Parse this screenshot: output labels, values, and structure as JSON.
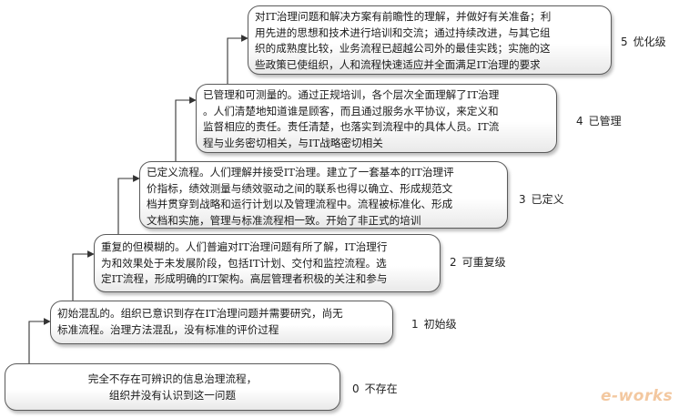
{
  "levels": [
    {
      "number": "0",
      "name": "不存在",
      "lines": [
        "完全不存在可辨识的信息治理流程，",
        "组织并没有认识到这一问题"
      ]
    },
    {
      "number": "1",
      "name": "初始级",
      "lines": [
        "初始混乱的。组织已意识到存在IT治理问题并需要研究，尚无",
        "标准流程。治理方法混乱，没有标准的评价过程"
      ]
    },
    {
      "number": "2",
      "name": "可重复级",
      "lines": [
        "重复的但模糊的。人们普遍对IT治理问题有所了解，IT治理行",
        "为和效果处于未发展阶段，包括IT计划、交付和监控流程。选",
        "定IT流程，形成明确的IT架构。高层管理者积极的关注和参与"
      ]
    },
    {
      "number": "3",
      "name": "已定义",
      "lines": [
        "已定义流程。人们理解并接受IT治理。建立了一套基本的IT治理评",
        "价指标，绩效测量与绩效驱动之间的联系也得以确立、形成规范文",
        "档并贯穿到战略和运行计划以及管理流程中。流程被标准化、形成",
        "文档和实施，管理与标准流程相一致。开始了非正式的培训"
      ]
    },
    {
      "number": "4",
      "name": "已管理",
      "lines": [
        "已管理和可测量的。通过正规培训，各个层次全面理解了IT治理",
        "。人们清楚地知道谁是顾客，而且通过服务水平协议，来定义和",
        "监督相应的责任。责任清楚，也落实到流程中的具体人员。IT流",
        "程与业务密切相关，与IT战略密切相关"
      ]
    },
    {
      "number": "5",
      "name": "优化级",
      "lines": [
        "对IT治理问题和解决方案有前瞻性的理解，并做好有关准备；利",
        "用先进的思想和技术进行培训和交流；通过持续改进，与其它组",
        "织的成熟度比较，业务流程已超越公司外的最佳实践；实施的这",
        "些政策已使组织，人和流程快速适应并全面满足IT治理的要求"
      ]
    }
  ],
  "watermark": "e-works"
}
